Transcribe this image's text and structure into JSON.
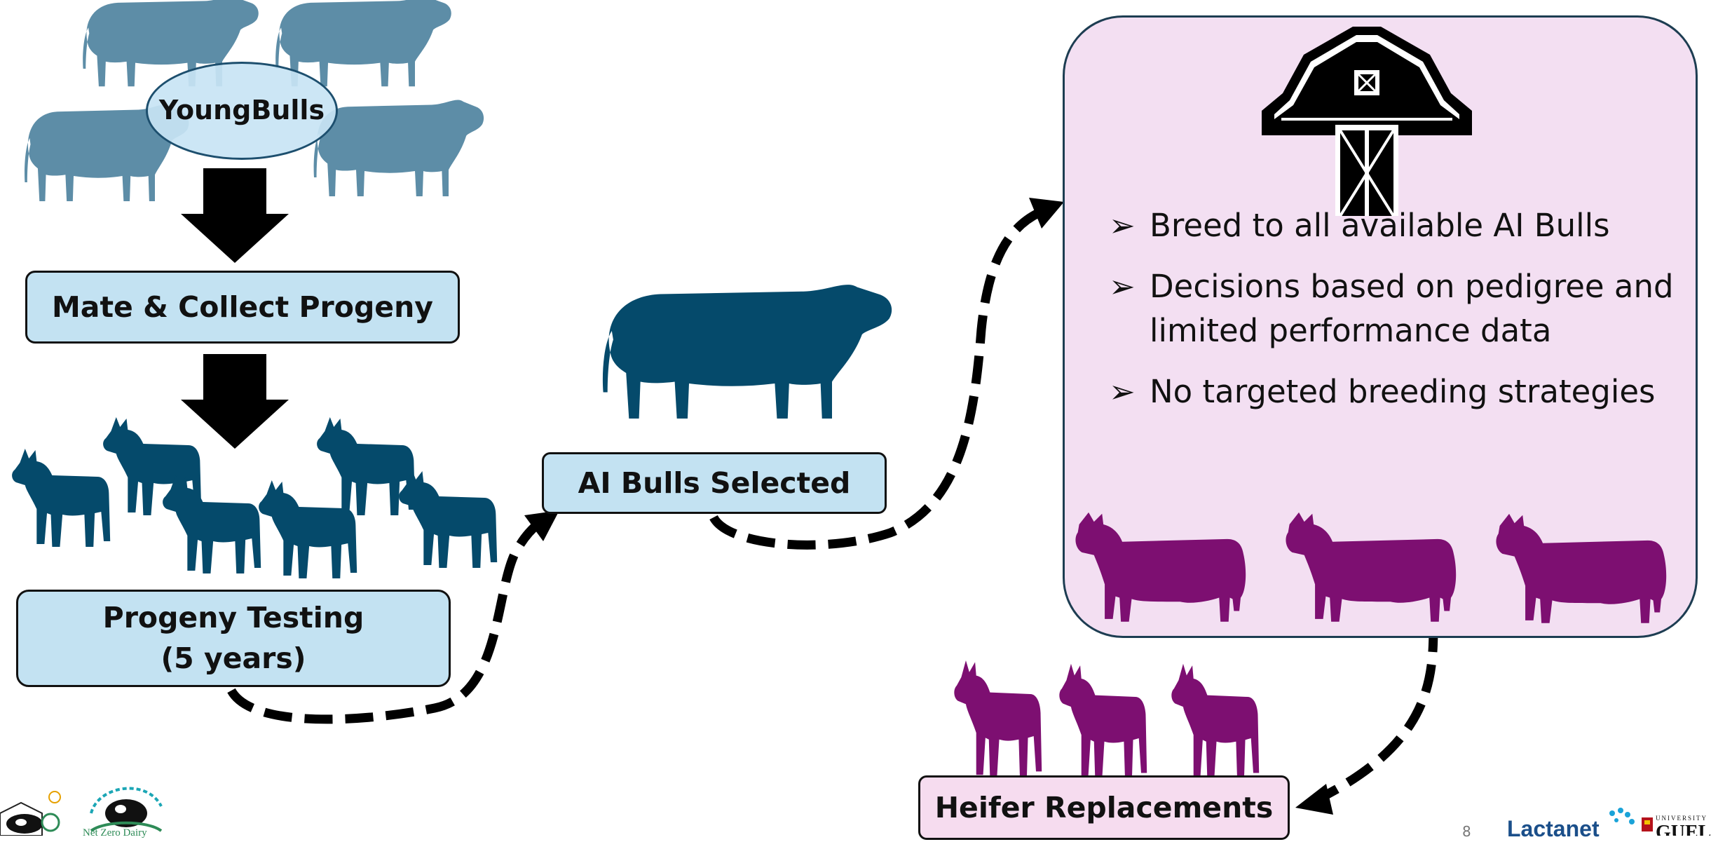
{
  "nodes": {
    "young_bulls": [
      "Young",
      "Bulls"
    ],
    "mate": "Mate & Collect Progeny",
    "progeny_testing": [
      "Progeny Testing",
      "(5 years)"
    ],
    "ai_bulls": "AI Bulls Selected",
    "heifer": "Heifer Replacements"
  },
  "farm_panel": {
    "bullet_marker": "➢",
    "bullets": [
      "Breed to all available AI Bulls",
      "Decisions based on pedigree and limited performance data",
      "No targeted breeding strategies"
    ]
  },
  "footer": {
    "page_number": "8",
    "logo_left_text": "Net Zero Dairy",
    "lactanet": "Lactanet",
    "university_word": "UNIVERSITY",
    "university_name": "GUELPH"
  },
  "colors": {
    "bull": "#054a6b",
    "bull_faded": "#3a7594",
    "cow": "#7d0f71",
    "box_blue": "#c3e2f2",
    "panel_pink": "#f3dff2",
    "arrow": "#000000"
  }
}
